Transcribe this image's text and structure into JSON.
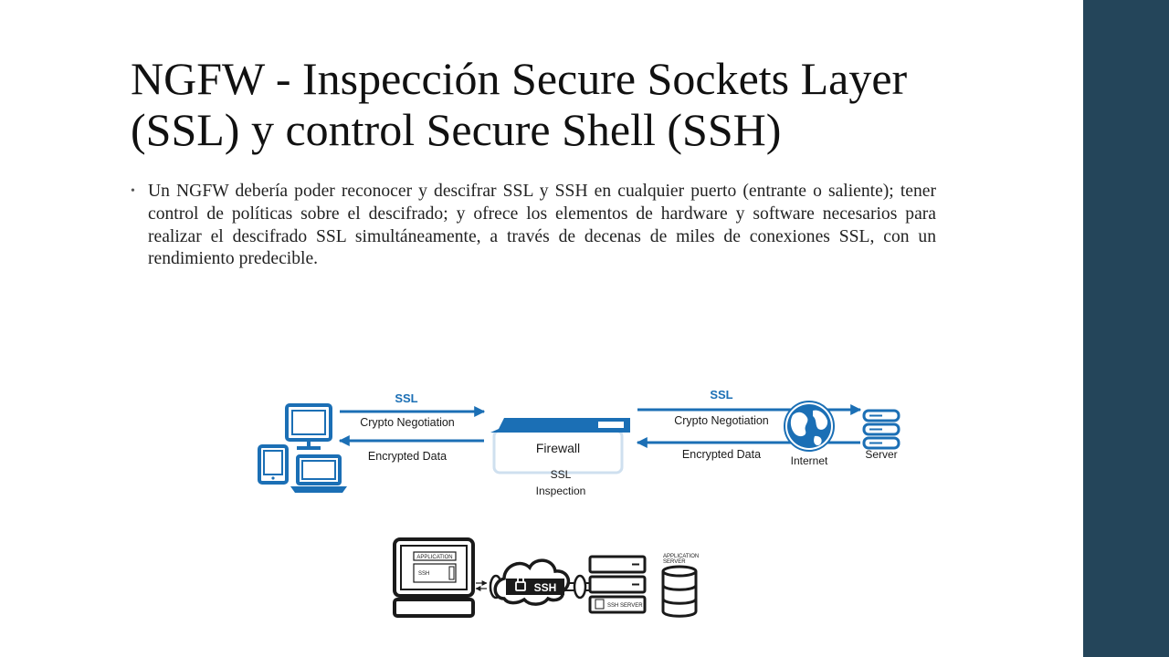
{
  "slide": {
    "title_line1": "NGFW - Inspección Secure Sockets Layer",
    "title_line2": "(SSL) y control Secure Shell (SSH)",
    "bullet_text": "Un NGFW debería poder reconocer y descifrar SSL y SSH en cualquier puerto (entrante o saliente); tener control de políticas sobre el descifrado; y ofrece los elementos de hardware y software necesarios para realizar el descifrado SSL simultáneamente, a través de decenas de miles de conexiones SSL, con un rendimiento predecible."
  },
  "ssl_diagram": {
    "left_protocol": "SSL",
    "left_top_label": "Crypto Negotiation",
    "left_bottom_label": "Encrypted Data",
    "firewall_label": "Firewall",
    "inspection_line1": "SSL",
    "inspection_line2": "Inspection",
    "right_protocol": "SSL",
    "right_top_label": "Crypto Negotiation",
    "right_bottom_label": "Encrypted Data",
    "internet_label": "Internet",
    "server_label": "Server",
    "accent_color": "#1b6fb5"
  },
  "ssh_diagram": {
    "app_label": "APPLICATION",
    "client_ssh_label": "SSH",
    "cloud_label": "SSH",
    "ssh_server_label": "SSH SERVER",
    "app_server_line1": "APPLICATION",
    "app_server_line2": "SERVER"
  },
  "colors": {
    "side_band": "#24455a"
  }
}
